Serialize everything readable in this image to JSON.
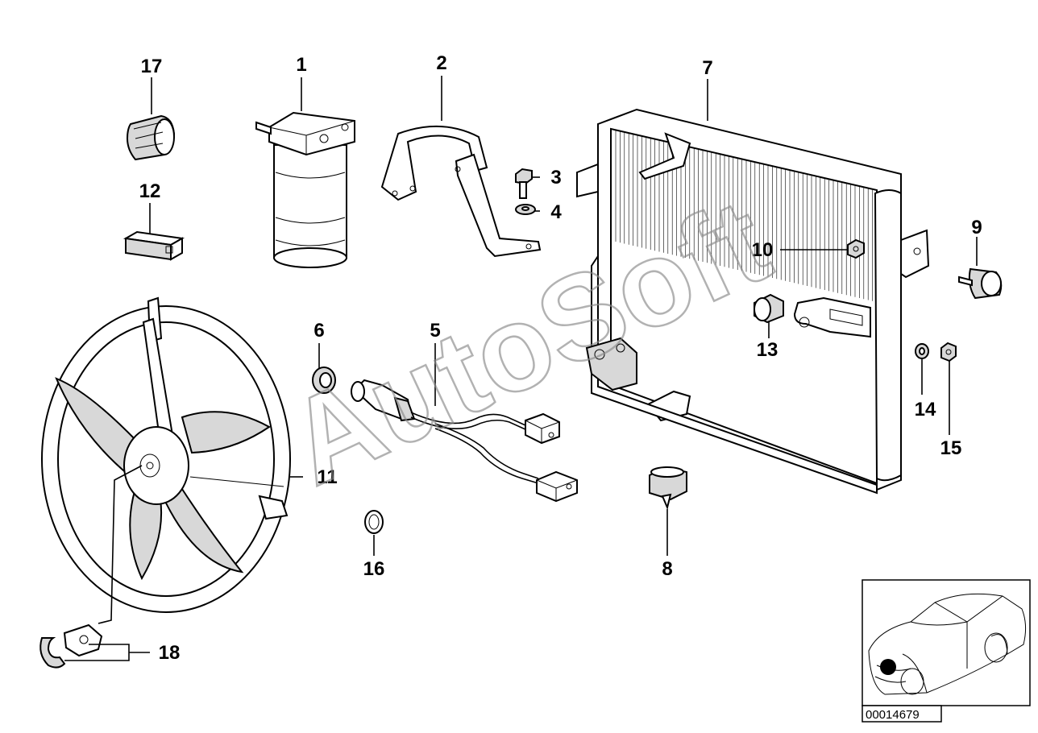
{
  "diagram": {
    "watermark": "AutoSoft",
    "document_number": "00014679",
    "callouts": [
      {
        "id": "c1",
        "label": "1"
      },
      {
        "id": "c2",
        "label": "2"
      },
      {
        "id": "c3",
        "label": "3"
      },
      {
        "id": "c4",
        "label": "4"
      },
      {
        "id": "c5",
        "label": "5"
      },
      {
        "id": "c6",
        "label": "6"
      },
      {
        "id": "c7",
        "label": "7"
      },
      {
        "id": "c8",
        "label": "8"
      },
      {
        "id": "c9",
        "label": "9"
      },
      {
        "id": "c10",
        "label": "10"
      },
      {
        "id": "c11",
        "label": "11"
      },
      {
        "id": "c12",
        "label": "12"
      },
      {
        "id": "c13",
        "label": "13"
      },
      {
        "id": "c14",
        "label": "14"
      },
      {
        "id": "c15",
        "label": "15"
      },
      {
        "id": "c16",
        "label": "16"
      },
      {
        "id": "c17",
        "label": "17"
      },
      {
        "id": "c18",
        "label": "18"
      }
    ],
    "colors": {
      "line": "#000000",
      "background": "#ffffff",
      "watermark": "#8a8a8a",
      "location_marker": "#000000"
    }
  }
}
